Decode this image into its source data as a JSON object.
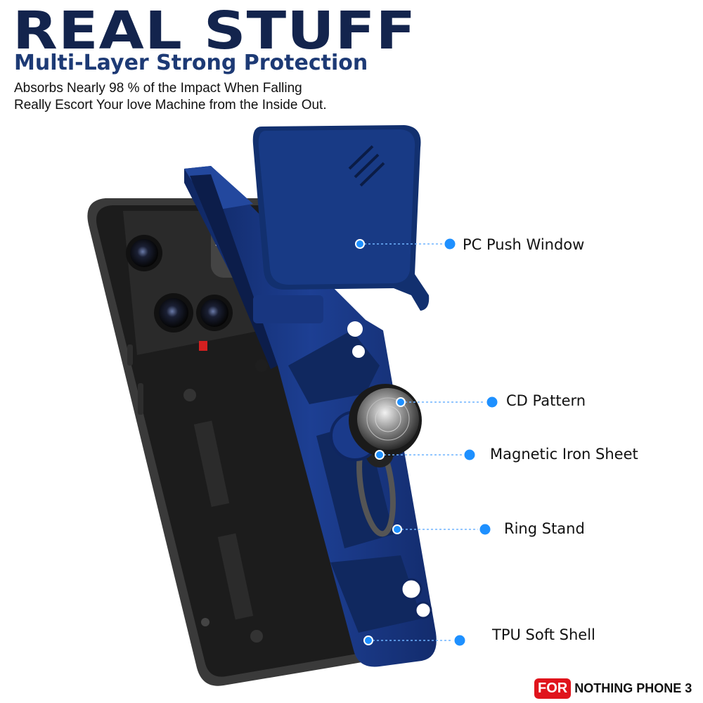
{
  "header": {
    "title": "REAL STUFF",
    "subtitle": "Multi-Layer Strong Protection",
    "description_line1": "Absorbs Nearly 98 % of the Impact When Falling",
    "description_line2": "Really Escort Your love Machine from the Inside Out."
  },
  "callouts": [
    {
      "label": "PC Push Window"
    },
    {
      "label": "CD Pattern"
    },
    {
      "label": "Magnetic Iron Sheet"
    },
    {
      "label": "Ring Stand"
    },
    {
      "label": "TPU Soft Shell"
    }
  ],
  "badge": {
    "for_label": "FOR",
    "model_label": "NOTHING PHONE 3"
  },
  "colors": {
    "title_navy": "#13244d",
    "subtitle_blue": "#1d3a75",
    "case_blue": "#1a3a8a",
    "phone_black": "#1a1a1a",
    "callout_dot": "#1e90ff",
    "badge_red": "#e0141c"
  }
}
